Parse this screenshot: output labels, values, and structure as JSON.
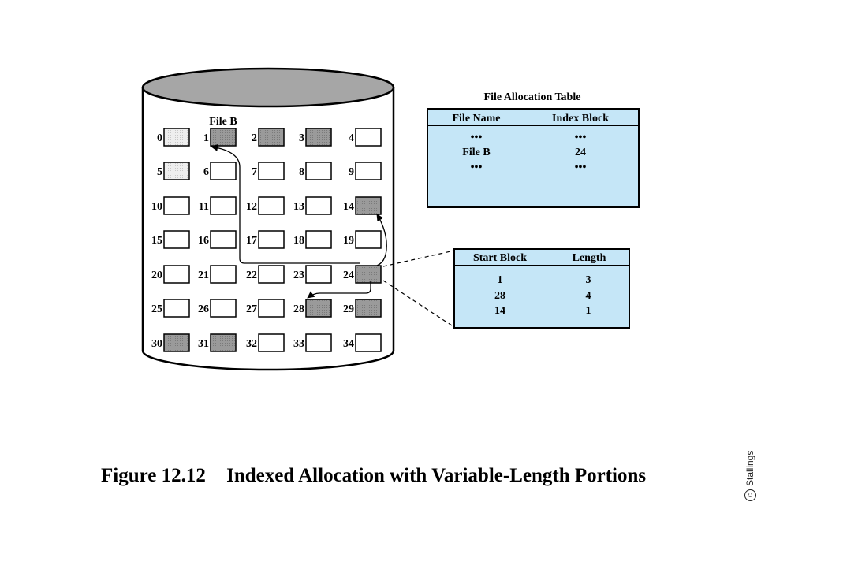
{
  "disk": {
    "file_label": "File B",
    "blocks": [
      {
        "n": "0",
        "fill": "light"
      },
      {
        "n": "1",
        "fill": "dark"
      },
      {
        "n": "2",
        "fill": "dark"
      },
      {
        "n": "3",
        "fill": "dark"
      },
      {
        "n": "4",
        "fill": "none"
      },
      {
        "n": "5",
        "fill": "light"
      },
      {
        "n": "6",
        "fill": "none"
      },
      {
        "n": "7",
        "fill": "none"
      },
      {
        "n": "8",
        "fill": "none"
      },
      {
        "n": "9",
        "fill": "none"
      },
      {
        "n": "10",
        "fill": "none"
      },
      {
        "n": "11",
        "fill": "none"
      },
      {
        "n": "12",
        "fill": "none"
      },
      {
        "n": "13",
        "fill": "none"
      },
      {
        "n": "14",
        "fill": "dark"
      },
      {
        "n": "15",
        "fill": "none"
      },
      {
        "n": "16",
        "fill": "none"
      },
      {
        "n": "17",
        "fill": "none"
      },
      {
        "n": "18",
        "fill": "none"
      },
      {
        "n": "19",
        "fill": "none"
      },
      {
        "n": "20",
        "fill": "none"
      },
      {
        "n": "21",
        "fill": "none"
      },
      {
        "n": "22",
        "fill": "none"
      },
      {
        "n": "23",
        "fill": "none"
      },
      {
        "n": "24",
        "fill": "dark"
      },
      {
        "n": "25",
        "fill": "none"
      },
      {
        "n": "26",
        "fill": "none"
      },
      {
        "n": "27",
        "fill": "none"
      },
      {
        "n": "28",
        "fill": "dark"
      },
      {
        "n": "29",
        "fill": "dark"
      },
      {
        "n": "30",
        "fill": "dark"
      },
      {
        "n": "31",
        "fill": "dark"
      },
      {
        "n": "32",
        "fill": "none"
      },
      {
        "n": "33",
        "fill": "none"
      },
      {
        "n": "34",
        "fill": "none"
      }
    ]
  },
  "fat": {
    "title": "File Allocation Table",
    "col_file_name": "File Name",
    "col_index_block": "Index Block",
    "rows": [
      {
        "name": "•••",
        "block": "•••"
      },
      {
        "name": "File B",
        "block": "24"
      },
      {
        "name": "•••",
        "block": "•••"
      }
    ]
  },
  "index_block": {
    "col_start": "Start Block",
    "col_length": "Length",
    "rows": [
      {
        "start": "1",
        "length": "3"
      },
      {
        "start": "28",
        "length": "4"
      },
      {
        "start": "14",
        "length": "1"
      }
    ]
  },
  "caption": {
    "number": "Figure 12.12",
    "title": "Indexed Allocation with Variable-Length Portions"
  },
  "credit": "Stallings",
  "colors": {
    "disk_top": "#a6a6a6",
    "table_fill": "#c5e6f7",
    "block_dark": "#9a9a9a",
    "block_light": "#e6e6e6"
  }
}
